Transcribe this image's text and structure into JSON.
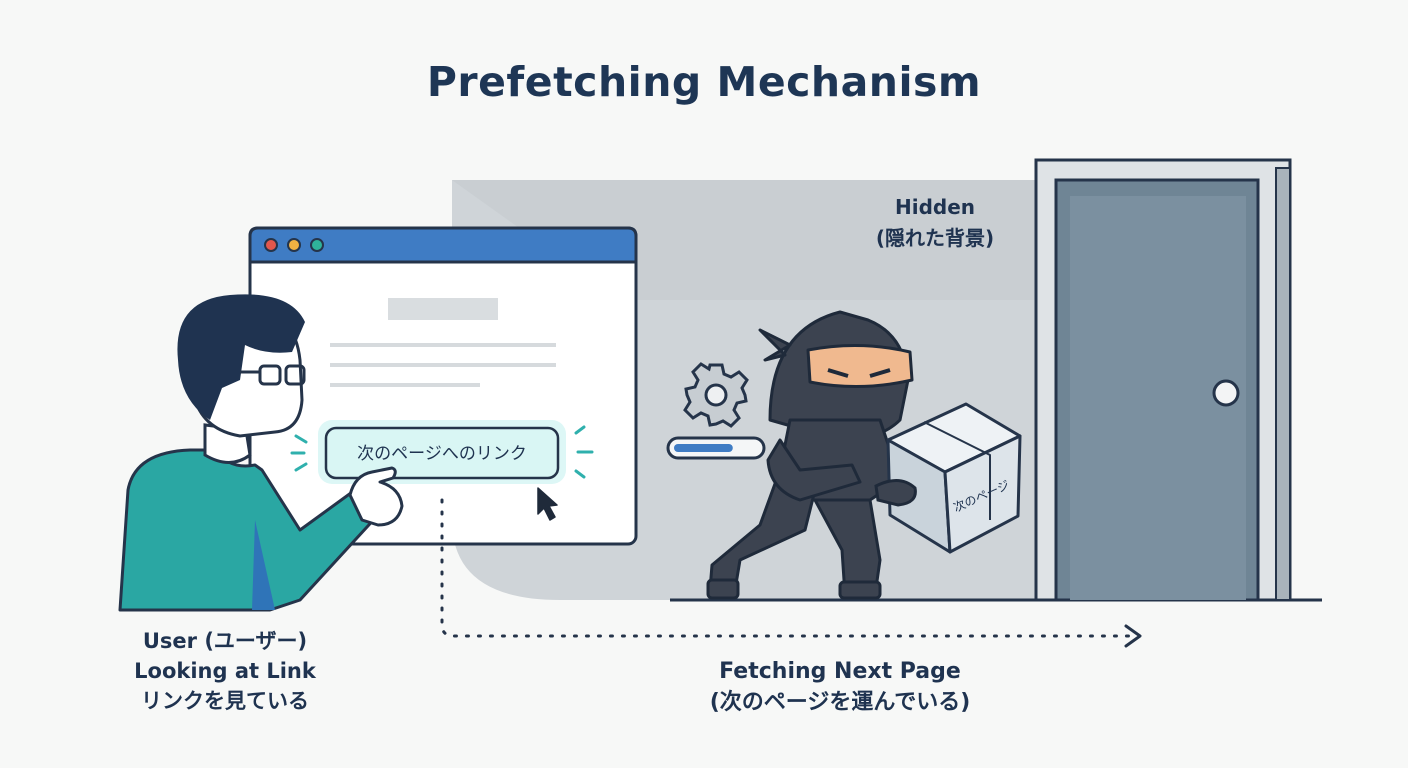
{
  "title": "Prefetching Mechanism",
  "link_button_label": "次のページへのリンク",
  "box_label": "次のページ",
  "hidden_label": {
    "line1": "Hidden",
    "line2": "(隠れた背景)"
  },
  "user_label": {
    "line1": "User (ユーザー)",
    "line2": "Looking at Link",
    "line3": "リンクを見ている"
  },
  "fetch_label": {
    "line1": "Fetching Next Page",
    "line2": "(次のページを運んでいる)"
  },
  "progress": 0.7,
  "colors": {
    "title": "#1e3655",
    "browser_bar": "#3f7cc4",
    "link_glow": "#5fd6d6",
    "user_shirt": "#2aa7a3",
    "ninja": "#3c4350",
    "door": "#6f8595",
    "box": "#dfe5ea",
    "progress": "#3f7cc4"
  },
  "icons": [
    "gear-icon",
    "cursor-icon",
    "dotted-arrow",
    "door-icon",
    "package-icon"
  ]
}
